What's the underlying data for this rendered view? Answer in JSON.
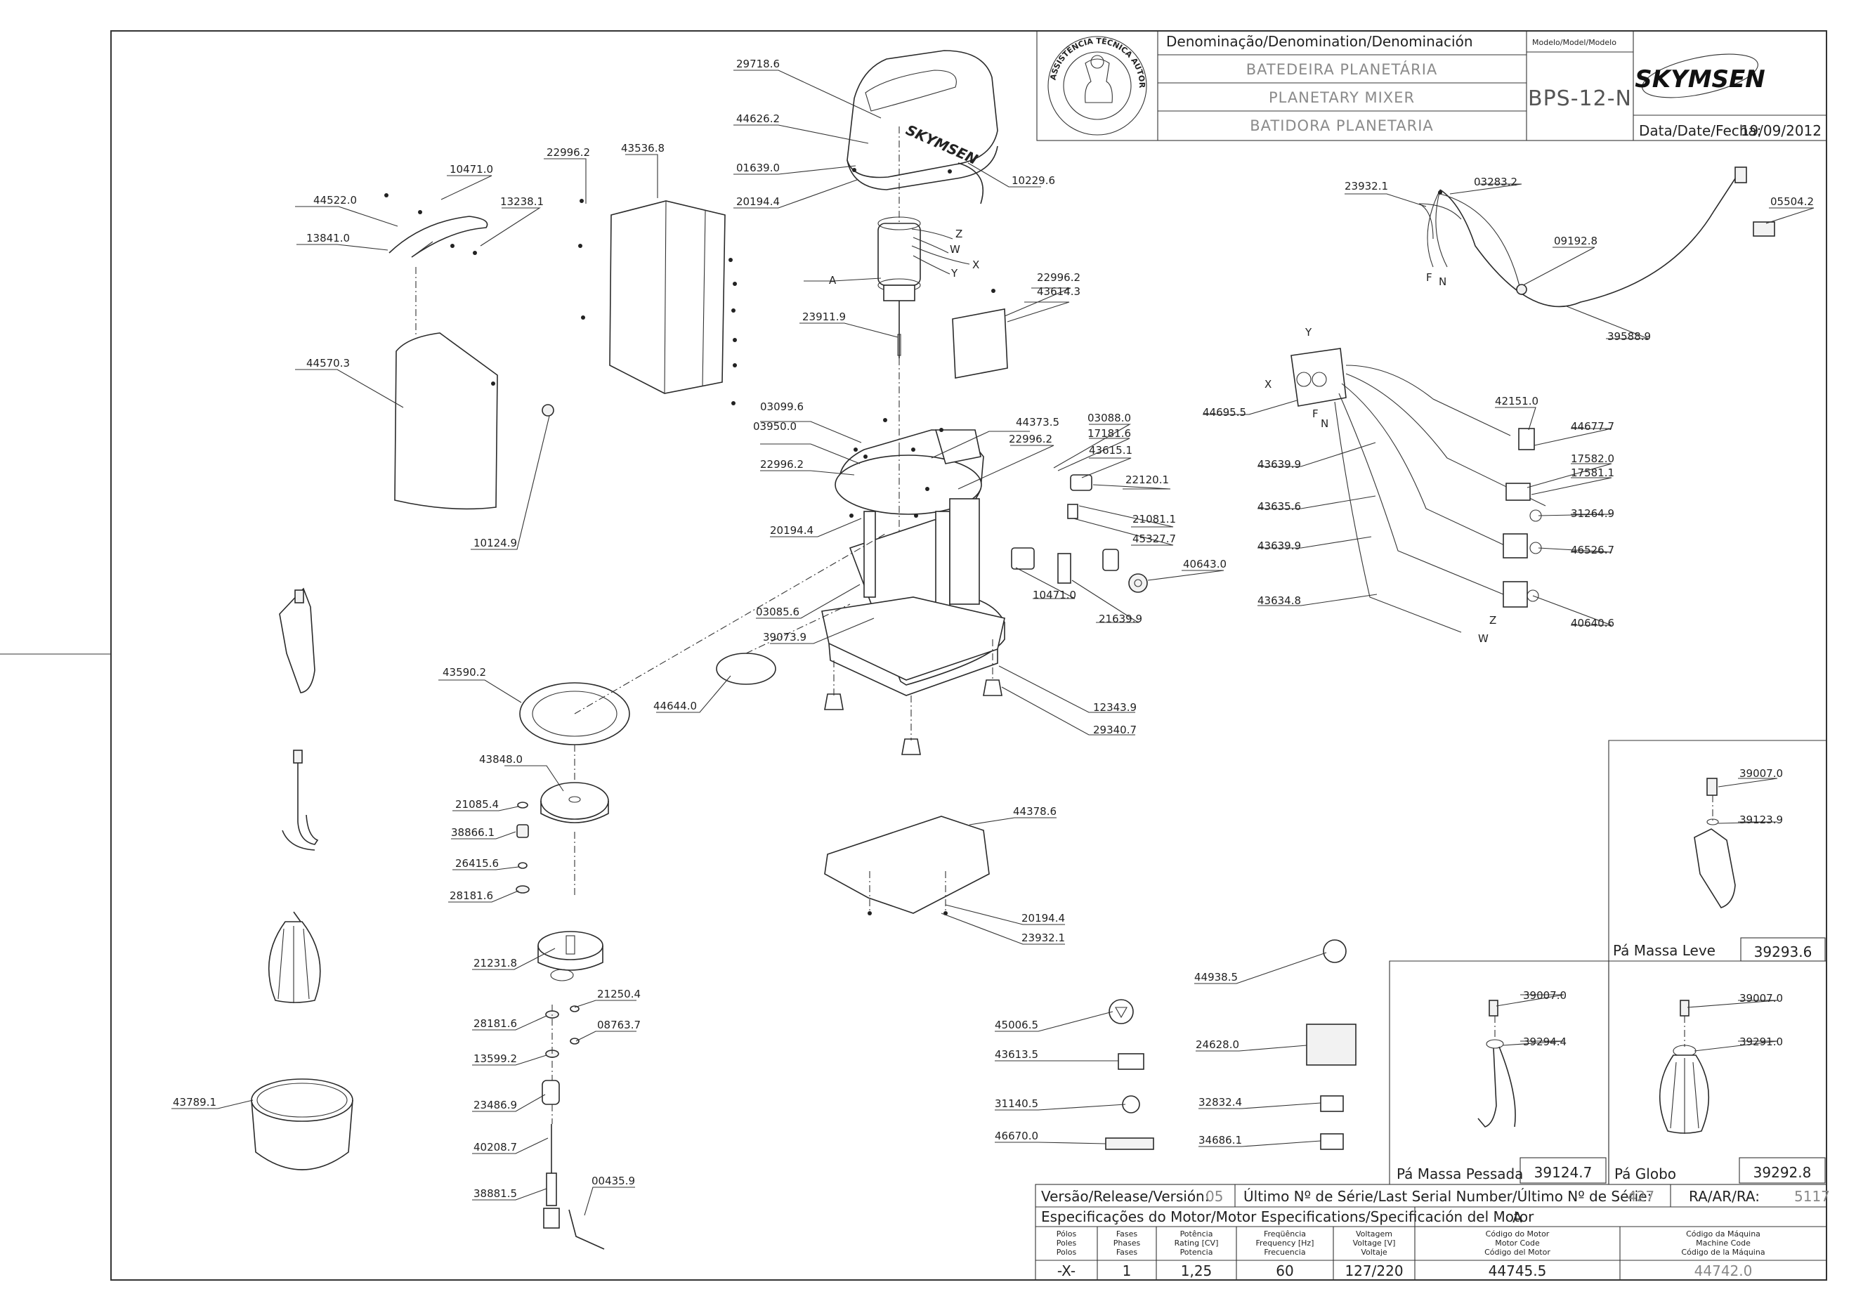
{
  "header": {
    "denomination_label": "Denominação/Denomination/Denominación",
    "names": [
      "BATEDEIRA PLANETÁRIA",
      "PLANETARY MIXER",
      "BATIDORA PLANETARIA"
    ],
    "model_label": "Modelo/Model/Modelo",
    "model_value": "BPS-12-N",
    "brand": "SKYMSEN",
    "date_label": "Data/Date/Fecha:",
    "date_value": "19/09/2012",
    "seal_text": "ASSISTÊNCIA TÉCNICA AUTORIZADA"
  },
  "labels": {
    "p29718_6": "29718.6",
    "p44626_2": "44626.2",
    "p01639_0": "01639.0",
    "p20194_4a": "20194.4",
    "p10229_6": "10229.6",
    "p22996_2a": "22996.2",
    "p43536_8": "43536.8",
    "p10471_0a": "10471.0",
    "p44522_0": "44522.0",
    "p13238_1": "13238.1",
    "p13841_0": "13841.0",
    "p44570_3": "44570.3",
    "p10124_9": "10124.9",
    "pA": "A",
    "p23911_9": "23911.9",
    "p22996_2b": "22996.2",
    "p43614_3": "43614.3",
    "p03099_6": "03099.6",
    "p03950_0": "03950.0",
    "p22996_2c": "22996.2",
    "p44373_5": "44373.5",
    "p22996_2d": "22996.2",
    "p03088_0": "03088.0",
    "p17181_6": "17181.6",
    "p43615_1": "43615.1",
    "p22120_1": "22120.1",
    "p21081_1": "21081.1",
    "p45327_7": "45327.7",
    "p40643_0": "40643.0",
    "p10471_0b": "10471.0",
    "p21639_9": "21639.9",
    "p20194_4b": "20194.4",
    "p03085_6": "03085.6",
    "p39073_9": "39073.9",
    "p12343_9": "12343.9",
    "p29340_7": "29340.7",
    "p44644_0": "44644.0",
    "p43590_2": "43590.2",
    "p43848_0": "43848.0",
    "p21085_4": "21085.4",
    "p38866_1": "38866.1",
    "p26415_6": "26415.6",
    "p28181_6a": "28181.6",
    "p21231_8": "21231.8",
    "p21250_4": "21250.4",
    "p28181_6b": "28181.6",
    "p08763_7": "08763.7",
    "p13599_2": "13599.2",
    "p23486_9": "23486.9",
    "p40208_7": "40208.7",
    "p38881_5": "38881.5",
    "p00435_9": "00435.9",
    "p43789_1": "43789.1",
    "p44378_6": "44378.6",
    "p20194_4c": "20194.4",
    "p23932_1b": "23932.1",
    "p44938_5": "44938.5",
    "p45006_5": "45006.5",
    "p43613_5": "43613.5",
    "p31140_5": "31140.5",
    "p46670_0": "46670.0",
    "p24628_0": "24628.0",
    "p32832_4": "32832.4",
    "p34686_1": "34686.1",
    "p23932_1a": "23932.1",
    "p03283_2": "03283.2",
    "p05504_2": "05504.2",
    "p09192_8": "09192.8",
    "p39588_9": "39588.9",
    "p44695_5": "44695.5",
    "p42151_0": "42151.0",
    "p44677_7": "44677.7",
    "p43639_9a": "43639.9",
    "p17582_0": "17582.0",
    "p17581_1": "17581.1",
    "p43635_6": "43635.6",
    "p31264_9": "31264.9",
    "p43639_9b": "43639.9",
    "p46526_7": "46526.7",
    "p43634_8": "43634.8",
    "p40640_6": "40640.6",
    "p39007_0a": "39007.0",
    "p39123_9": "39123.9",
    "p39007_0b": "39007.0",
    "p39294_4": "39294.4",
    "p39007_0c": "39007.0",
    "p39291_0": "39291.0"
  },
  "wire_letters": {
    "z": "Z",
    "w": "W",
    "x": "X",
    "y": "Y",
    "f": "F",
    "n": "N",
    "y2": "Y",
    "x2": "X",
    "f2": "F",
    "n2": "N",
    "z2": "Z",
    "w2": "W"
  },
  "accessories": {
    "leve_label": "Pá Massa Leve",
    "leve_code": "39293.6",
    "pesada_label": "Pá Massa Pessada",
    "pesada_code": "39124.7",
    "globo_label": "Pá Globo",
    "globo_code": "39292.8"
  },
  "footer": {
    "version_label": "Versão/Release/Versión:",
    "version_value": "05",
    "serial_label": "Último Nº de Série/Last Serial Number/Último Nº de Série:",
    "serial_value": "427",
    "ra_label": "RA/AR/RA:",
    "ra_value": "5117",
    "motor_spec_label": "Especificações do Motor/Motor Especifications/Specificación del Motor",
    "motor_variant": "A",
    "col_poles": [
      "Pólos",
      "Poles",
      "Polos"
    ],
    "col_phases": [
      "Fases",
      "Phases",
      "Fases"
    ],
    "col_power": [
      "Potência",
      "Rating [CV]",
      "Potencia"
    ],
    "col_freq": [
      "Freqüência",
      "Frequency [Hz]",
      "Frecuencia"
    ],
    "col_voltage": [
      "Voltagem",
      "Voltage [V]",
      "Voltaje"
    ],
    "col_motor_code": [
      "Código do Motor",
      "Motor Code",
      "Código del Motor"
    ],
    "col_machine_code": [
      "Código da Máquina",
      "Machine Code",
      "Código de la Máquina"
    ],
    "val_poles": "-X-",
    "val_phases": "1",
    "val_power": "1,25",
    "val_freq": "60",
    "val_voltage": "127/220",
    "val_motor_code": "44745.5",
    "val_machine_code": "44742.0"
  }
}
